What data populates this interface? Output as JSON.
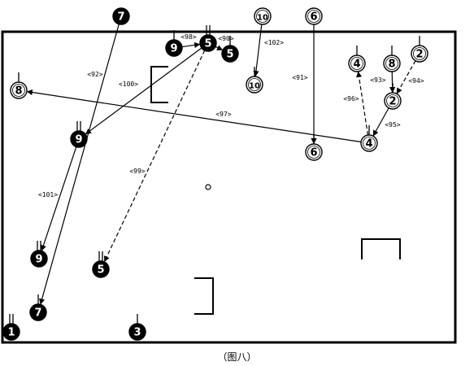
{
  "diagram": {
    "caption": "（图八）",
    "players": [
      {
        "id": "p7-top",
        "number": "7",
        "team": "dark",
        "marks": 0
      },
      {
        "id": "p9-topleft",
        "number": "9",
        "team": "dark",
        "marks": 1
      },
      {
        "id": "p5-top",
        "number": "5",
        "team": "dark",
        "marks": 2
      },
      {
        "id": "p5-topright",
        "number": "5",
        "team": "dark",
        "marks": 1
      },
      {
        "id": "p10-top",
        "number": "10",
        "team": "light",
        "marks": 0
      },
      {
        "id": "p10-mid",
        "number": "10",
        "team": "light",
        "marks": 1
      },
      {
        "id": "p6-top",
        "number": "6",
        "team": "light",
        "marks": 0
      },
      {
        "id": "p6-bottom",
        "number": "6",
        "team": "light",
        "marks": 1
      },
      {
        "id": "p4-top",
        "number": "4",
        "team": "light",
        "marks": 1
      },
      {
        "id": "p8-right",
        "number": "8",
        "team": "light",
        "marks": 1
      },
      {
        "id": "p2-top",
        "number": "2",
        "team": "light",
        "marks": 1
      },
      {
        "id": "p2-mid",
        "number": "2",
        "team": "light",
        "marks": 1
      },
      {
        "id": "p4-bottom",
        "number": "4",
        "team": "light",
        "marks": 1
      },
      {
        "id": "p8-left",
        "number": "8",
        "team": "light",
        "marks": 1
      },
      {
        "id": "p9-mid",
        "number": "9",
        "team": "dark",
        "marks": 2
      },
      {
        "id": "p9-bottom",
        "number": "9",
        "team": "dark",
        "marks": 2
      },
      {
        "id": "p5-bottom",
        "number": "5",
        "team": "dark",
        "marks": 2
      },
      {
        "id": "p7-bottom",
        "number": "7",
        "team": "dark",
        "marks": 1
      },
      {
        "id": "p1",
        "number": "1",
        "team": "dark",
        "marks": 2
      },
      {
        "id": "p3",
        "number": "3",
        "team": "dark",
        "marks": 1
      }
    ],
    "moves": [
      {
        "label": "<92>",
        "from": "p7-top",
        "to": "p7-bottom",
        "style": "solid"
      },
      {
        "label": "<98>",
        "from": "p9-topleft",
        "to": "p5-top",
        "style": "solid"
      },
      {
        "label": "<90>",
        "from": "p5-top",
        "to": "p5-topright",
        "style": "solid"
      },
      {
        "label": "<102>",
        "from": "p10-top",
        "to": "p10-mid",
        "style": "solid"
      },
      {
        "label": "<91>",
        "from": "p6-top",
        "to": "p6-bottom",
        "style": "solid"
      },
      {
        "label": "<93>",
        "from": "p8-right",
        "to": "p2-mid",
        "style": "solid"
      },
      {
        "label": "<94>",
        "from": "p2-top",
        "to": "p2-mid",
        "style": "dashed"
      },
      {
        "label": "<96>",
        "from": "p4-bottom",
        "to": "p4-top",
        "style": "dashed"
      },
      {
        "label": "<95>",
        "from": "p2-mid",
        "to": "p4-bottom",
        "style": "solid"
      },
      {
        "label": "<97>",
        "from": "p4-bottom",
        "to": "p8-left",
        "style": "solid"
      },
      {
        "label": "<100>",
        "from": "p5-top",
        "to": "p9-mid",
        "style": "solid"
      },
      {
        "label": "<99>",
        "from": "p5-top",
        "to": "p5-bottom",
        "style": "dashed"
      },
      {
        "label": "<101>",
        "from": "p9-mid",
        "to": "p9-bottom",
        "style": "solid"
      }
    ],
    "colors": {
      "line": "#000000",
      "dark_fill": "#000000",
      "light_fill": "#ffffff"
    }
  }
}
